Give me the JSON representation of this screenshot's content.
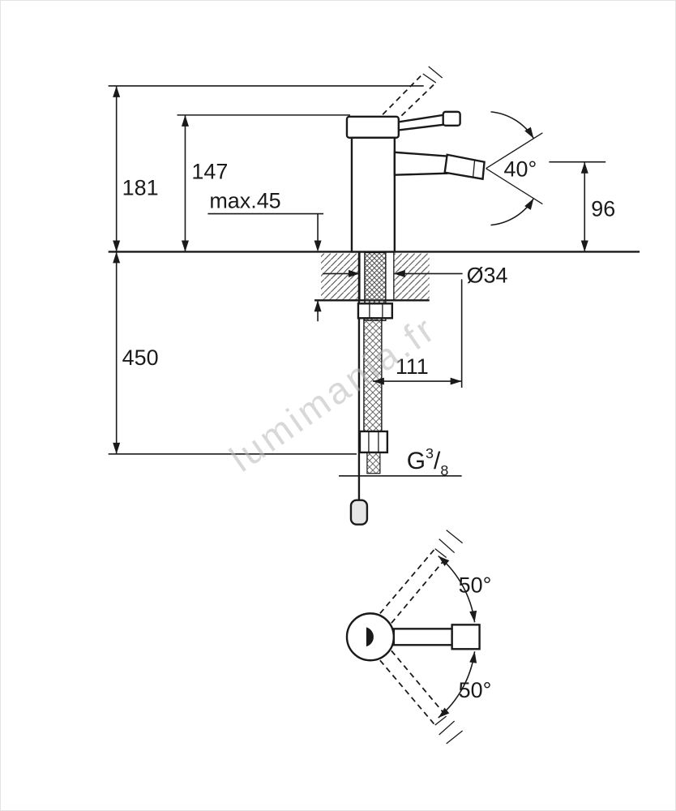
{
  "watermark": "lumimania.fr",
  "dims": {
    "h181": "181",
    "h147": "147",
    "max_thickness": "max.45",
    "spray_angle": "40°",
    "h96": "96",
    "hose_drop": "450",
    "hole_dia": "Ø34",
    "w111": "111",
    "thread": {
      "g": "G",
      "sup": "3",
      "slash": "/",
      "sub": "8"
    },
    "swing_upper": "50°",
    "swing_lower": "50°"
  }
}
